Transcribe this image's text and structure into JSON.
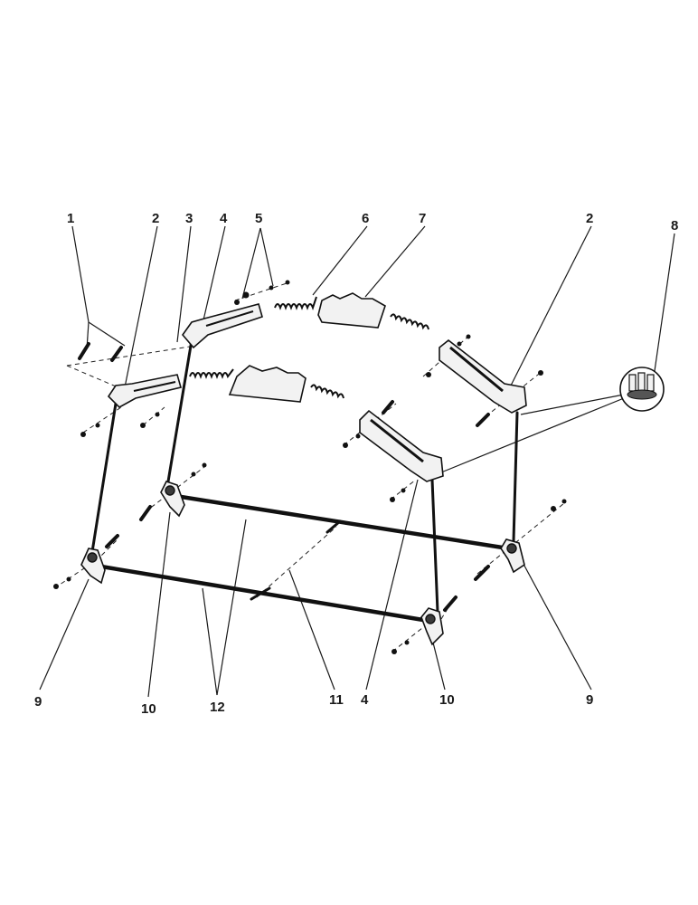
{
  "callouts": {
    "c1": "1",
    "c2a": "2",
    "c3": "3",
    "c4a": "4",
    "c5": "5",
    "c6": "6",
    "c7": "7",
    "c2b": "2",
    "c8": "8",
    "c9a": "9",
    "c10a": "10",
    "c12": "12",
    "c11": "11",
    "c4b": "4",
    "c10b": "10",
    "c9b": "9"
  }
}
